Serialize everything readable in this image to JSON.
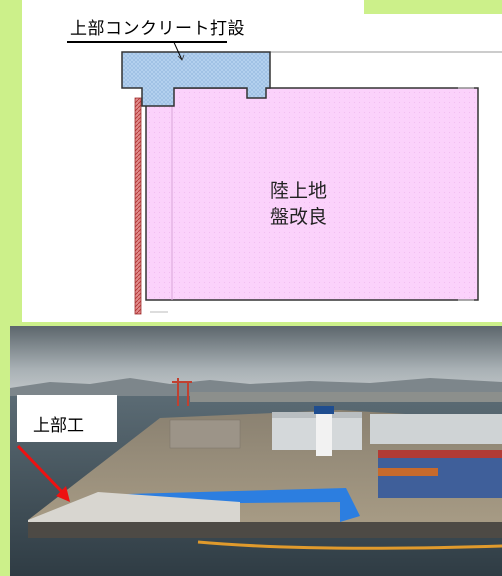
{
  "diagram": {
    "title": "上部コンクリート打設",
    "soil_label_line1": "陸上地",
    "soil_label_line2": "盤改良",
    "colors": {
      "upper_concrete": "#a8c8e8",
      "ground_improvement": "#fcd0fc",
      "sheet_pile": "#d06060",
      "outline": "#333333"
    }
  },
  "photo": {
    "annotation_label": "上部工",
    "arrow_color": "#ee1111",
    "tarp_color": "#2c7ee0"
  }
}
